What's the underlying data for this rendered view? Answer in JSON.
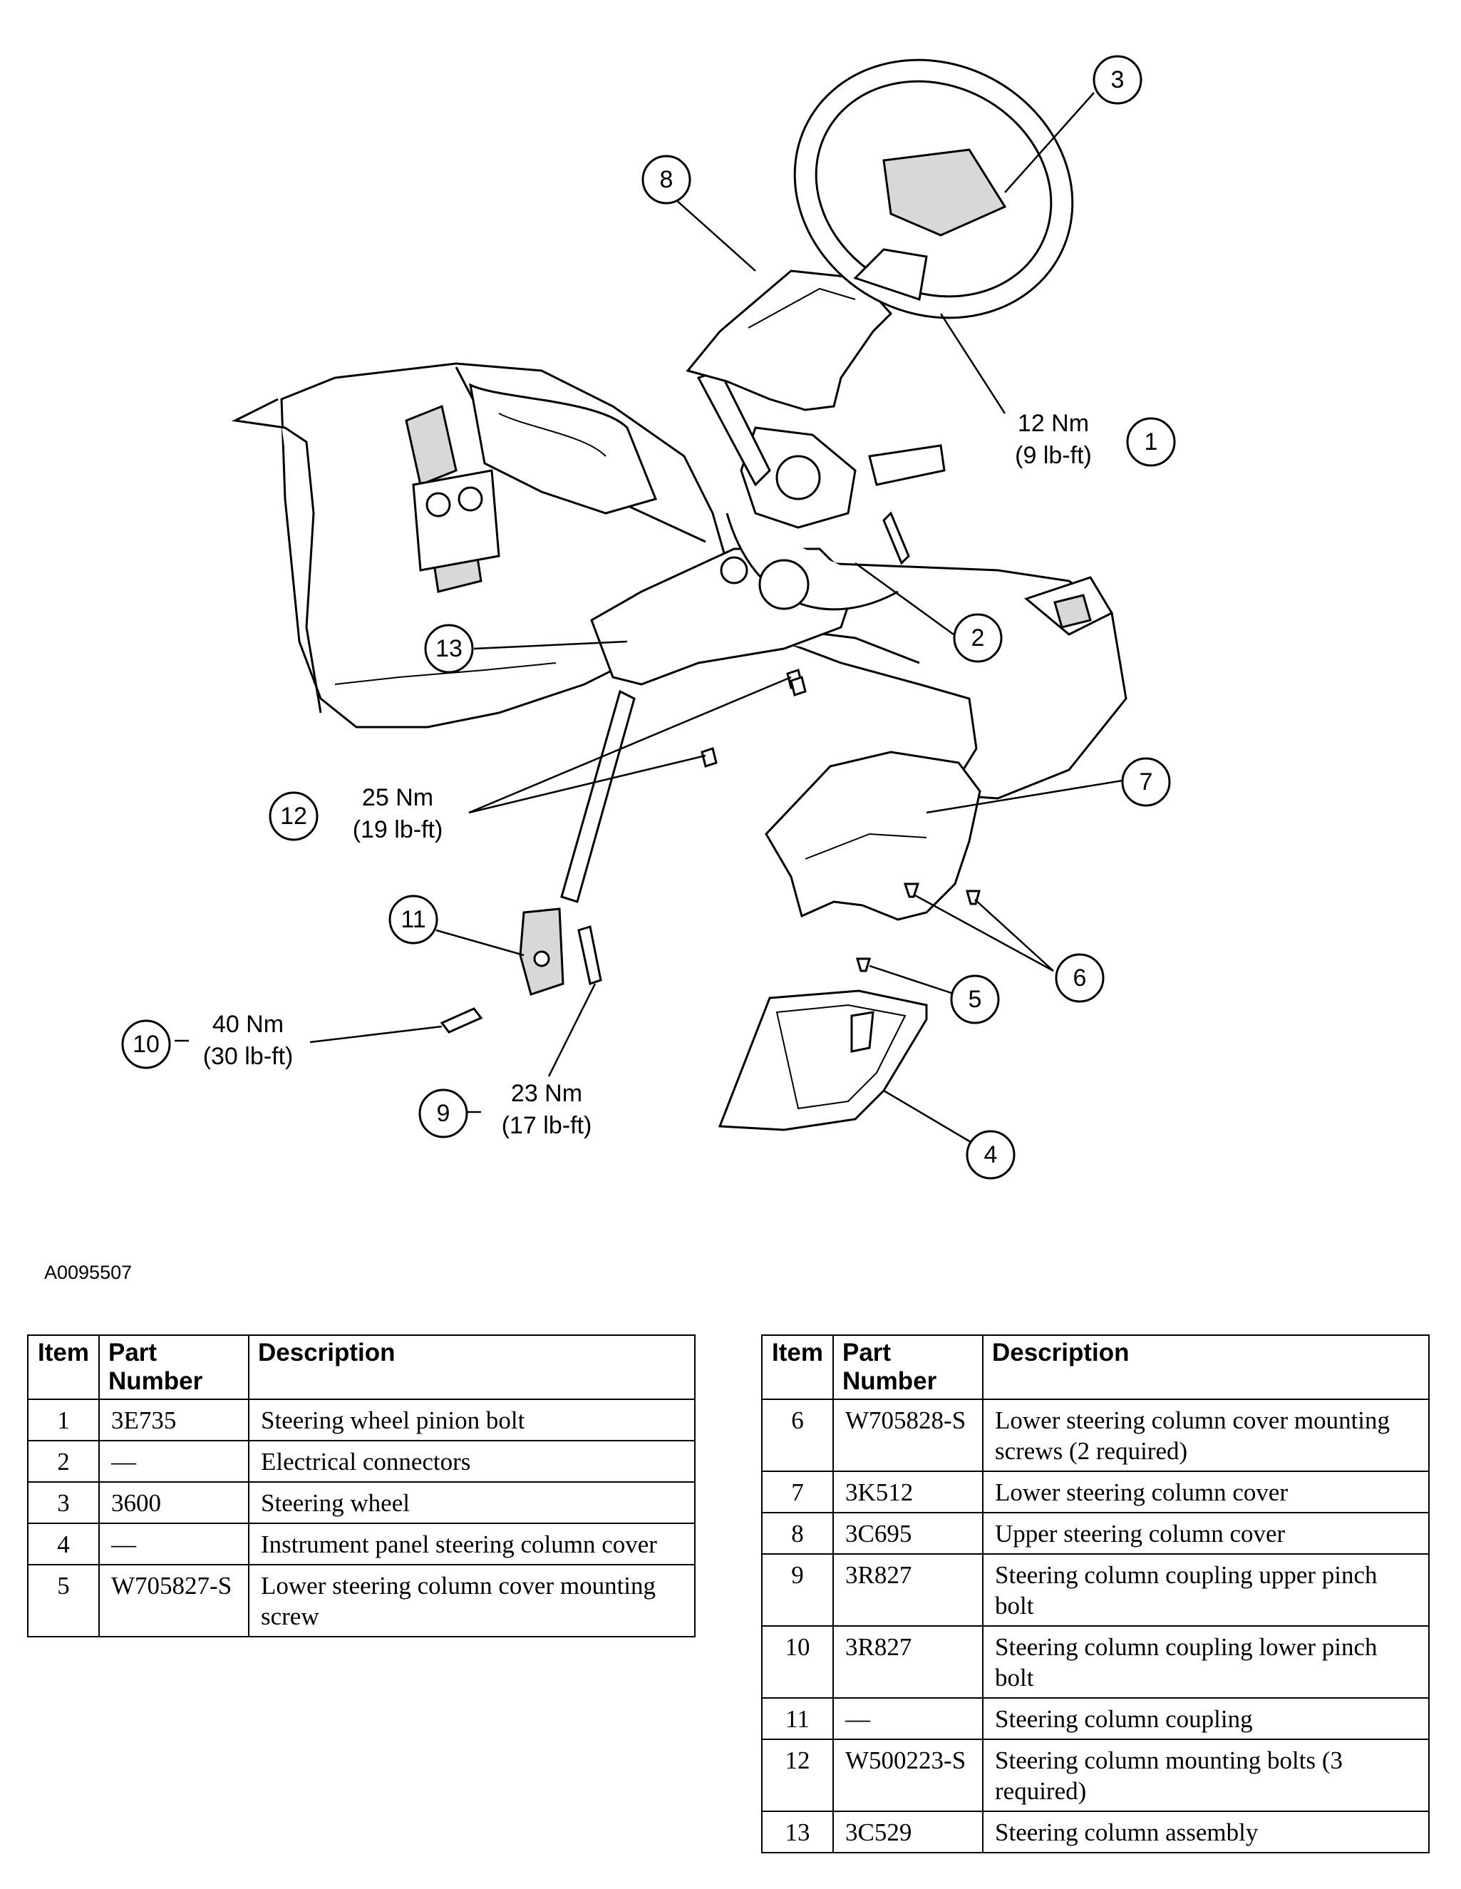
{
  "figure_id": "A0095507",
  "callouts": {
    "1": "1",
    "2": "2",
    "3": "3",
    "4": "4",
    "5": "5",
    "6": "6",
    "7": "7",
    "8": "8",
    "9": "9",
    "10": "10",
    "11": "11",
    "12": "12",
    "13": "13"
  },
  "torques": {
    "item1": {
      "nm": "12 Nm",
      "lbft": "(9 lb-ft)"
    },
    "item12": {
      "nm": "25 Nm",
      "lbft": "(19 lb-ft)"
    },
    "item10": {
      "nm": "40 Nm",
      "lbft": "(30 lb-ft)"
    },
    "item9": {
      "nm": "23 Nm",
      "lbft": "(17 lb-ft)"
    }
  },
  "table_headers": {
    "item": "Item",
    "part_number": "Part Number",
    "description": "Description"
  },
  "table_left": [
    {
      "item": "1",
      "part": "3E735",
      "desc": "Steering wheel pinion bolt"
    },
    {
      "item": "2",
      "part": "—",
      "desc": "Electrical connectors"
    },
    {
      "item": "3",
      "part": "3600",
      "desc": "Steering wheel"
    },
    {
      "item": "4",
      "part": "—",
      "desc": "Instrument panel steering column cover"
    },
    {
      "item": "5",
      "part": "W705827-S",
      "desc": "Lower steering column cover mounting screw"
    }
  ],
  "table_right": [
    {
      "item": "6",
      "part": "W705828-S",
      "desc": "Lower steering column cover mounting screws (2 required)"
    },
    {
      "item": "7",
      "part": "3K512",
      "desc": "Lower steering column cover"
    },
    {
      "item": "8",
      "part": "3C695",
      "desc": "Upper steering column cover"
    },
    {
      "item": "9",
      "part": "3R827",
      "desc": "Steering column coupling upper pinch bolt"
    },
    {
      "item": "10",
      "part": "3R827",
      "desc": "Steering column coupling lower pinch bolt"
    },
    {
      "item": "11",
      "part": "—",
      "desc": "Steering column coupling"
    },
    {
      "item": "12",
      "part": "W500223-S",
      "desc": "Steering column mounting bolts (3 required)"
    },
    {
      "item": "13",
      "part": "3C529",
      "desc": "Steering column assembly"
    }
  ]
}
